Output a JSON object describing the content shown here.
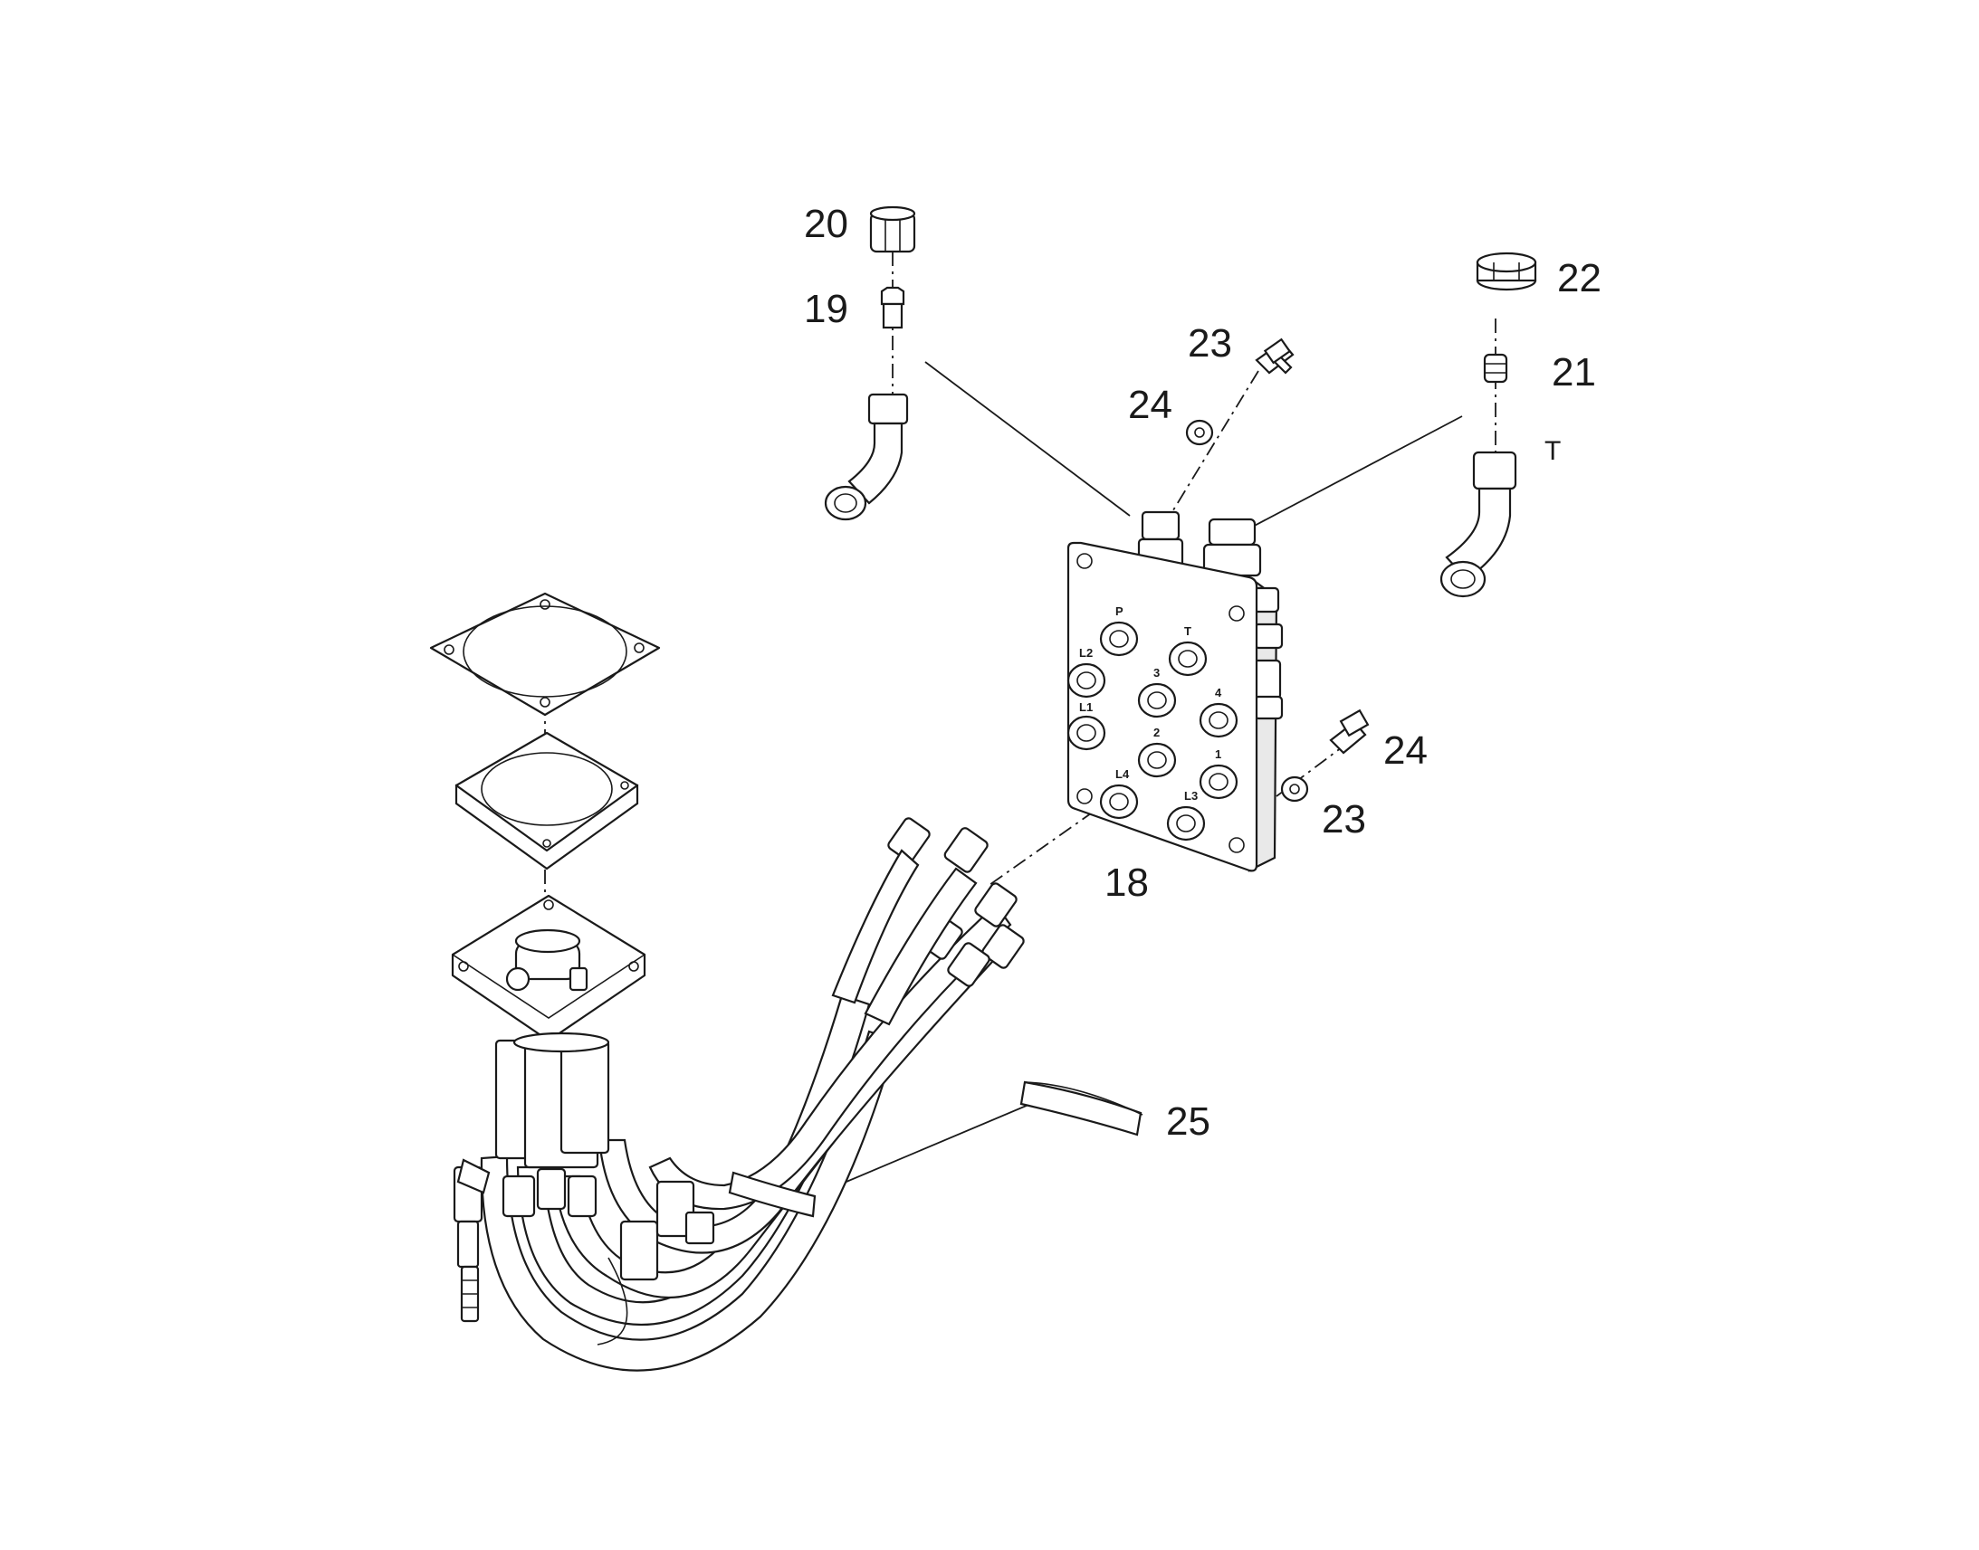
{
  "callouts": {
    "c18": "18",
    "c19": "19",
    "c20": "20",
    "c21": "21",
    "c22": "22",
    "c23_top": "23",
    "c23_right": "23",
    "c24_top": "24",
    "c24_right": "24",
    "c25": "25",
    "port_t": "T"
  },
  "port_tags": {
    "p1": "P",
    "p2": "T",
    "p3": "L2",
    "p4": "3",
    "p5": "L1",
    "p6": "4",
    "p7": "2",
    "p8": "L3",
    "p9": "1",
    "p10": "L4"
  }
}
